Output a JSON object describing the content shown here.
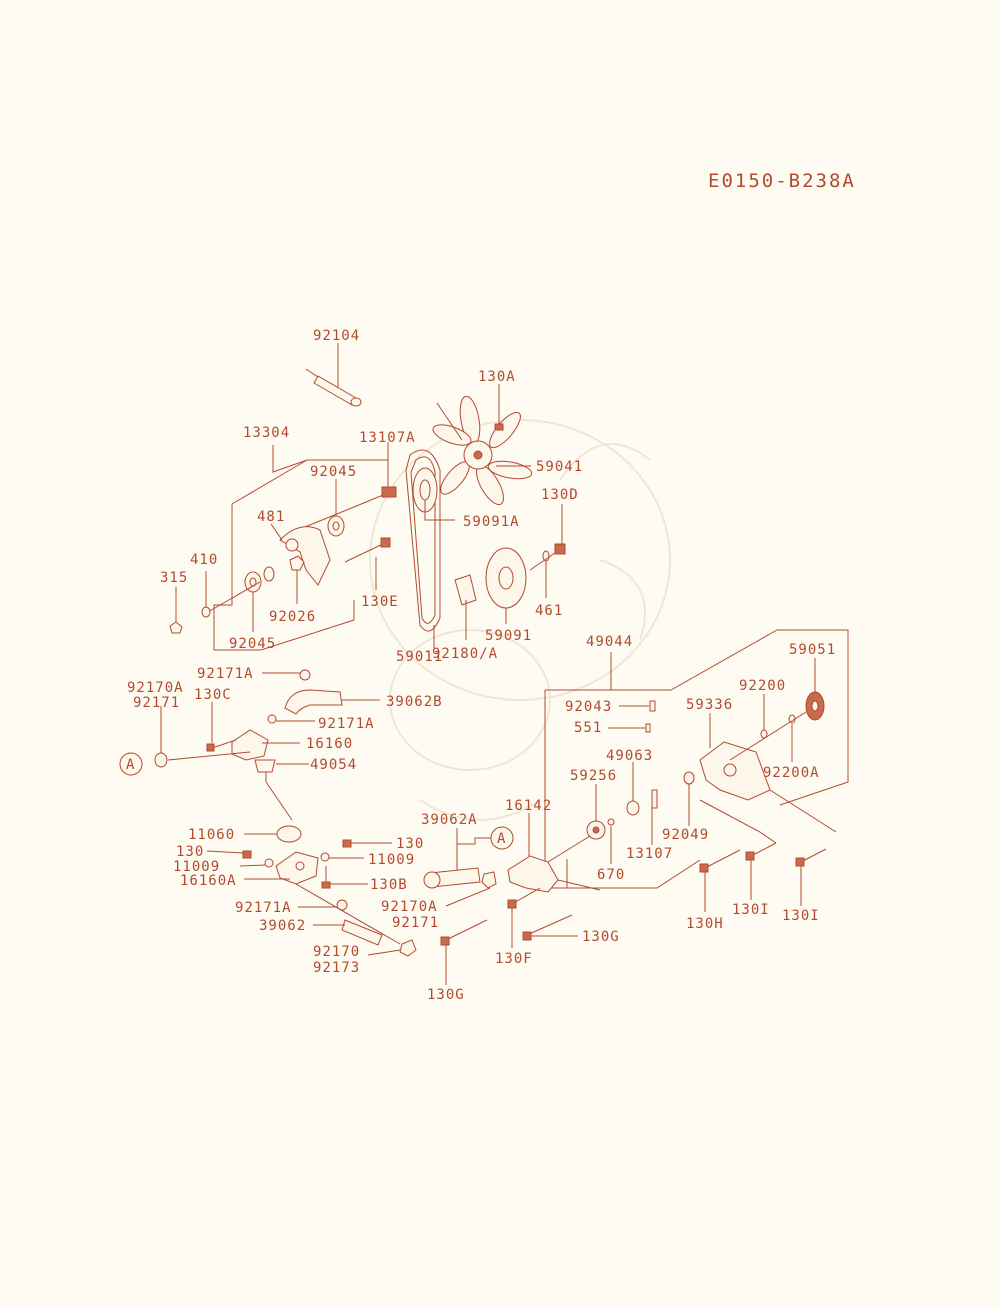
{
  "diagram_code": "E0150-B238A",
  "colors": {
    "ink": "#b24a2e",
    "paper": "#fefcf2",
    "watermark": "#efe6d8"
  },
  "ref_marker": "A",
  "labels": {
    "p92104": "92104",
    "p130A": "130A",
    "p13304": "13304",
    "p13107A": "13107A",
    "p59041": "59041",
    "p92045a": "92045",
    "p130D": "130D",
    "p59091A": "59091A",
    "p481": "481",
    "p410": "410",
    "p315": "315",
    "p92026": "92026",
    "p130E": "130E",
    "p461": "461",
    "p92045b": "92045",
    "p59091": "59091",
    "p92180A": "92180/A",
    "p59011": "59011",
    "p49044": "49044",
    "p92171A_1": "92171A",
    "p92170A_1": "92170A",
    "p92171_1": "92171",
    "p130C": "130C",
    "p39062B": "39062B",
    "p92171A_2": "92171A",
    "p16160": "16160",
    "p49054": "49054",
    "p59051": "59051",
    "p92200": "92200",
    "p59336": "59336",
    "p92043": "92043",
    "p551": "551",
    "p49063": "49063",
    "p92200A": "92200A",
    "p59256": "59256",
    "p16142": "16142",
    "p39062A": "39062A",
    "p92049": "92049",
    "p11060": "11060",
    "p130": "130",
    "p130_2": "130",
    "p11009": "11009",
    "p11009_2": "11009",
    "p16160A": "16160A",
    "p130B": "130B",
    "p670": "670",
    "p13107": "13107",
    "p92170A_2": "92170A",
    "p92171_2": "92171",
    "p92171A_3": "92171A",
    "p39062": "39062",
    "p130G": "130G",
    "p130H": "130H",
    "p130I": "130I",
    "p130I_2": "130I",
    "p130F": "130F",
    "p130G_2": "130G",
    "p92170": "92170",
    "p92173": "92173"
  }
}
